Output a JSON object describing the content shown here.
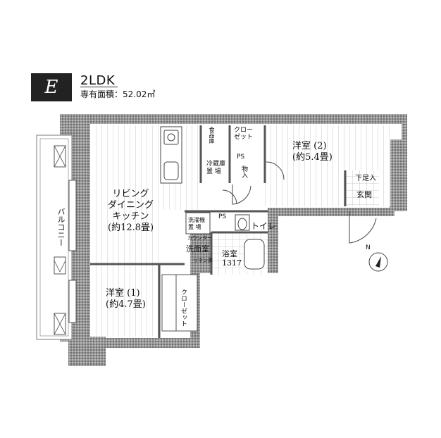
{
  "header": {
    "plan_letter": "E",
    "layout_type": "2LDK",
    "area_text": "専有面積：52.02㎡"
  },
  "rooms": {
    "living": [
      "リビング",
      "ダイニング",
      "キッチン",
      "(約12.8畳)"
    ],
    "western1": [
      "洋室 (1)",
      "(約4.7畳)"
    ],
    "western2": [
      "洋室 (2)",
      "(約5.4畳)"
    ],
    "balcony": "バルコニー",
    "toilet": "トイレ",
    "washroom": "洗面室",
    "bath": [
      "浴室",
      "1317"
    ],
    "entrance": "玄関",
    "shoe_box": "下足入",
    "closet_top": [
      "クロー",
      "ゼット"
    ],
    "closet_w1": "クローゼット",
    "storage": "物入",
    "ps1": "PS",
    "ps2": "PS",
    "fridge_space": [
      "冷蔵庫",
      "置 場"
    ],
    "washer_space": [
      "洗濯機",
      "置 場"
    ],
    "counter": "カウンター",
    "linen": "リネン庫",
    "kitchen_storage": "食品庫"
  },
  "compass": {
    "label": "N"
  },
  "colors": {
    "wall": "#8a8a8a",
    "floor_line": "#bdbdbd",
    "badge": "#222222"
  }
}
